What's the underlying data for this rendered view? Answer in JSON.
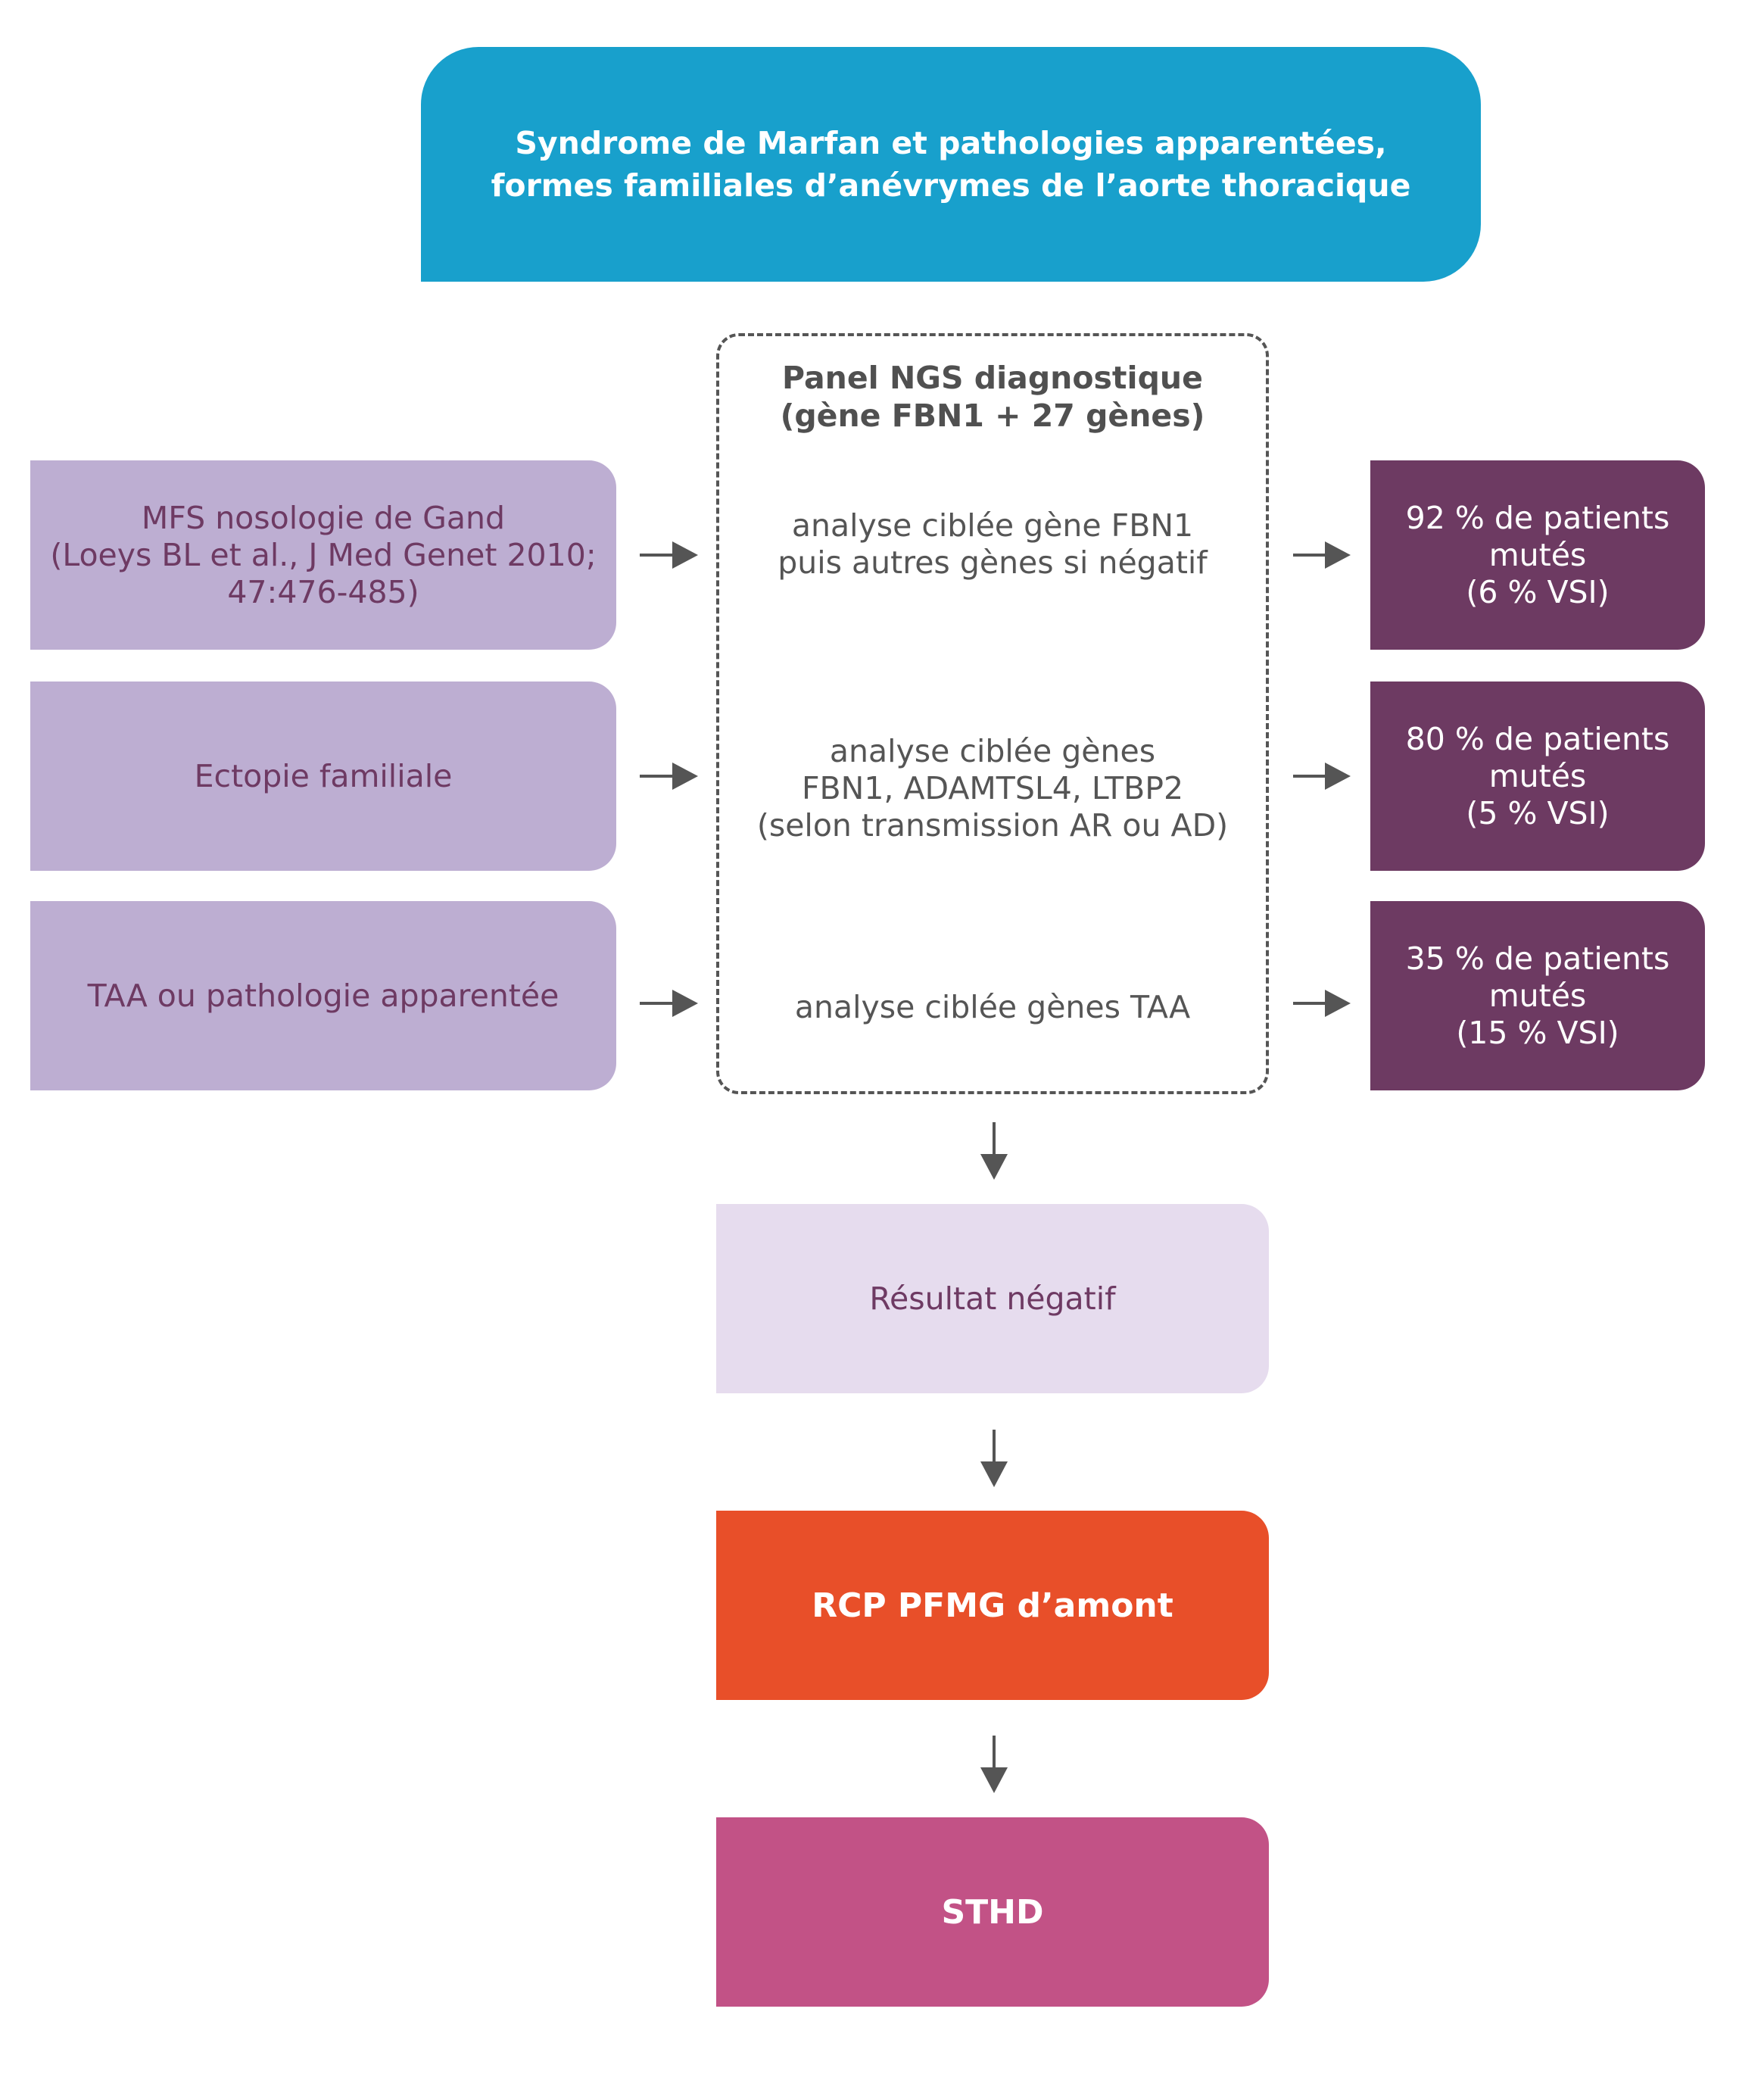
{
  "title": "Syndrome de Marfan et pathologies apparentées,\nformes familiales d’anévrymes de l’aorte thoracique",
  "panel": {
    "title": "Panel NGS diagnostique\n(gène FBN1 + 27 gènes)",
    "analyses": [
      "analyse ciblée gène FBN1\npuis autres gènes si négatif",
      "analyse ciblée gènes\nFBN1, ADAMTSL4, LTBP2\n(selon transmission AR ou AD)",
      "analyse ciblée gènes TAA"
    ]
  },
  "indications": [
    "MFS nosologie de Gand\n(Loeys BL et al., J Med Genet 2010;\n47:476-485)",
    "Ectopie familiale",
    "TAA ou pathologie apparentée"
  ],
  "outcomes": [
    "92 % de patients\nmutés\n(6 % VSI)",
    "80 % de patients\nmutés\n(5 % VSI)",
    "35 % de patients\nmutés\n(15 % VSI)"
  ],
  "result": "Résultat négatif",
  "rcp": "RCP PFMG d’amont",
  "sthd": "STHD",
  "colors": {
    "title": "#18a0cc",
    "indication": "#bdaed2",
    "outcome": "#6d3a62",
    "result": "#e6dcee",
    "rcp": "#e84f29",
    "sthd": "#c25286",
    "arrow": "#555555"
  }
}
